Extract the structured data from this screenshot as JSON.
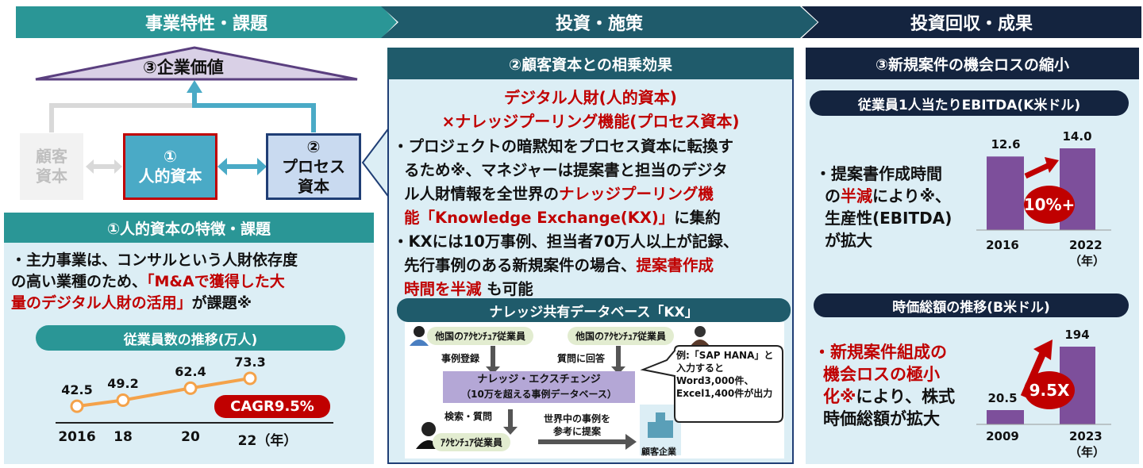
{
  "header": {
    "section1": "事業特性・課題",
    "section2": "投資・施策",
    "section3": "投資回収・成果"
  },
  "left": {
    "roof": "③企業価値",
    "customer_capital": [
      "顧客",
      "資本"
    ],
    "human_capital": {
      "num": "①",
      "label": "人的資本"
    },
    "process_capital": {
      "num": "②",
      "label1": "プロセス",
      "label2": "資本"
    },
    "section_title": "①人的資本の特徴・課題",
    "text": {
      "l1": "・主力事業は、コンサルという人財依存度",
      "l2a": "の高い業種のため、",
      "l2b": "「M&Aで獲得した大",
      "l3a": "量のデジタル人財の活用」",
      "l3b": "が課題※"
    },
    "chart_title": "従業員数の推移(万人)",
    "cagr": "CAGR9.5%"
  },
  "chart_data": [
    {
      "type": "line",
      "title": "従業員数の推移(万人)",
      "categories": [
        "2016",
        "18",
        "20",
        "22"
      ],
      "values": [
        42.5,
        49.2,
        62.4,
        73.3
      ],
      "x_suffix": "（年）",
      "annotation": "CAGR9.5%"
    },
    {
      "type": "bar",
      "title": "従業員1人当たりEBITDA(K米ドル)",
      "categories": [
        "2016",
        "2022"
      ],
      "values": [
        12.6,
        14.0
      ],
      "x_suffix": "（年）",
      "annotation": "10%+"
    },
    {
      "type": "bar",
      "title": "時価総額の推移(B米ドル)",
      "categories": [
        "2009",
        "2023"
      ],
      "values": [
        20.5,
        194
      ],
      "x_suffix": "（年）",
      "annotation": "9.5X"
    }
  ],
  "middle": {
    "title": "②顧客資本との相乗効果",
    "red1": "デジタル人財(人的資本)",
    "red2": "×ナレッジプーリング機能(プロセス資本)",
    "b1": {
      "l1": "・プロジェクトの暗黙知をプロセス資本に転換す",
      "l2": "るため※、マネジャーは提案書と担当のデジタ",
      "l3a": "ル人財情報を全世界の",
      "l3b": "ナレッジプーリング機",
      "l4a": "能「Knowledge Exchange(KX)」",
      "l4b": "に集約"
    },
    "b2": {
      "l1": "・KXには10万事例、担当者70万人以上が記録、",
      "l2a": "先行事例のある新規案件の場合、",
      "l2b": "提案書作成",
      "l3a": "時間を半減",
      "l3b": " も可能"
    },
    "kx_title": "ナレッジ共有データベース「KX」",
    "diagram": {
      "emp_left": "他国のｱｸｾﾝﾁｭｱ従業員",
      "emp_right": "他国のｱｸｾﾝﾁｭｱ従業員",
      "register": "事例登録",
      "answer": "質問に回答",
      "db1": "ナレッジ・エクスチェンジ",
      "db2": "（10万を超える事例データベース）",
      "search": "検索・質問",
      "emp_bottom": "ｱｸｾﾝﾁｭｱ従業員",
      "propose1": "世界中の事例を",
      "propose2": "参考に提案",
      "client": "顧客企業",
      "callout": [
        "例:「SAP HANA」と",
        "入力すると",
        "Word3,000件、",
        "Excel1,400件が出力"
      ]
    }
  },
  "right": {
    "title": "③新規案件の機会ロスの縮小",
    "ebitda_title": "従業員1人当たりEBITDA(K米ドル)",
    "ebitda_text": {
      "l1": "・提案書作成時間",
      "l2a": "の",
      "l2b": "半減",
      "l2c": "により※、",
      "l3": "生産性(EBITDA)",
      "l4": "が拡大"
    },
    "ebitda": {
      "v1": "12.6",
      "v2": "14.0",
      "y1": "2016",
      "y2": "2022（年）",
      "growth": "10%+"
    },
    "mc_title": "時価総額の推移(B米ドル)",
    "mc_text": {
      "l1": "・新規案件組成の",
      "l2": "機会ロスの極小",
      "l3a": "化※",
      "l3b": "により、株式",
      "l4": "時価総額が拡大"
    },
    "mc": {
      "v1": "20.5",
      "v2": "194",
      "y1": "2009",
      "y2": "2023（年）",
      "growth": "9.5X"
    }
  }
}
